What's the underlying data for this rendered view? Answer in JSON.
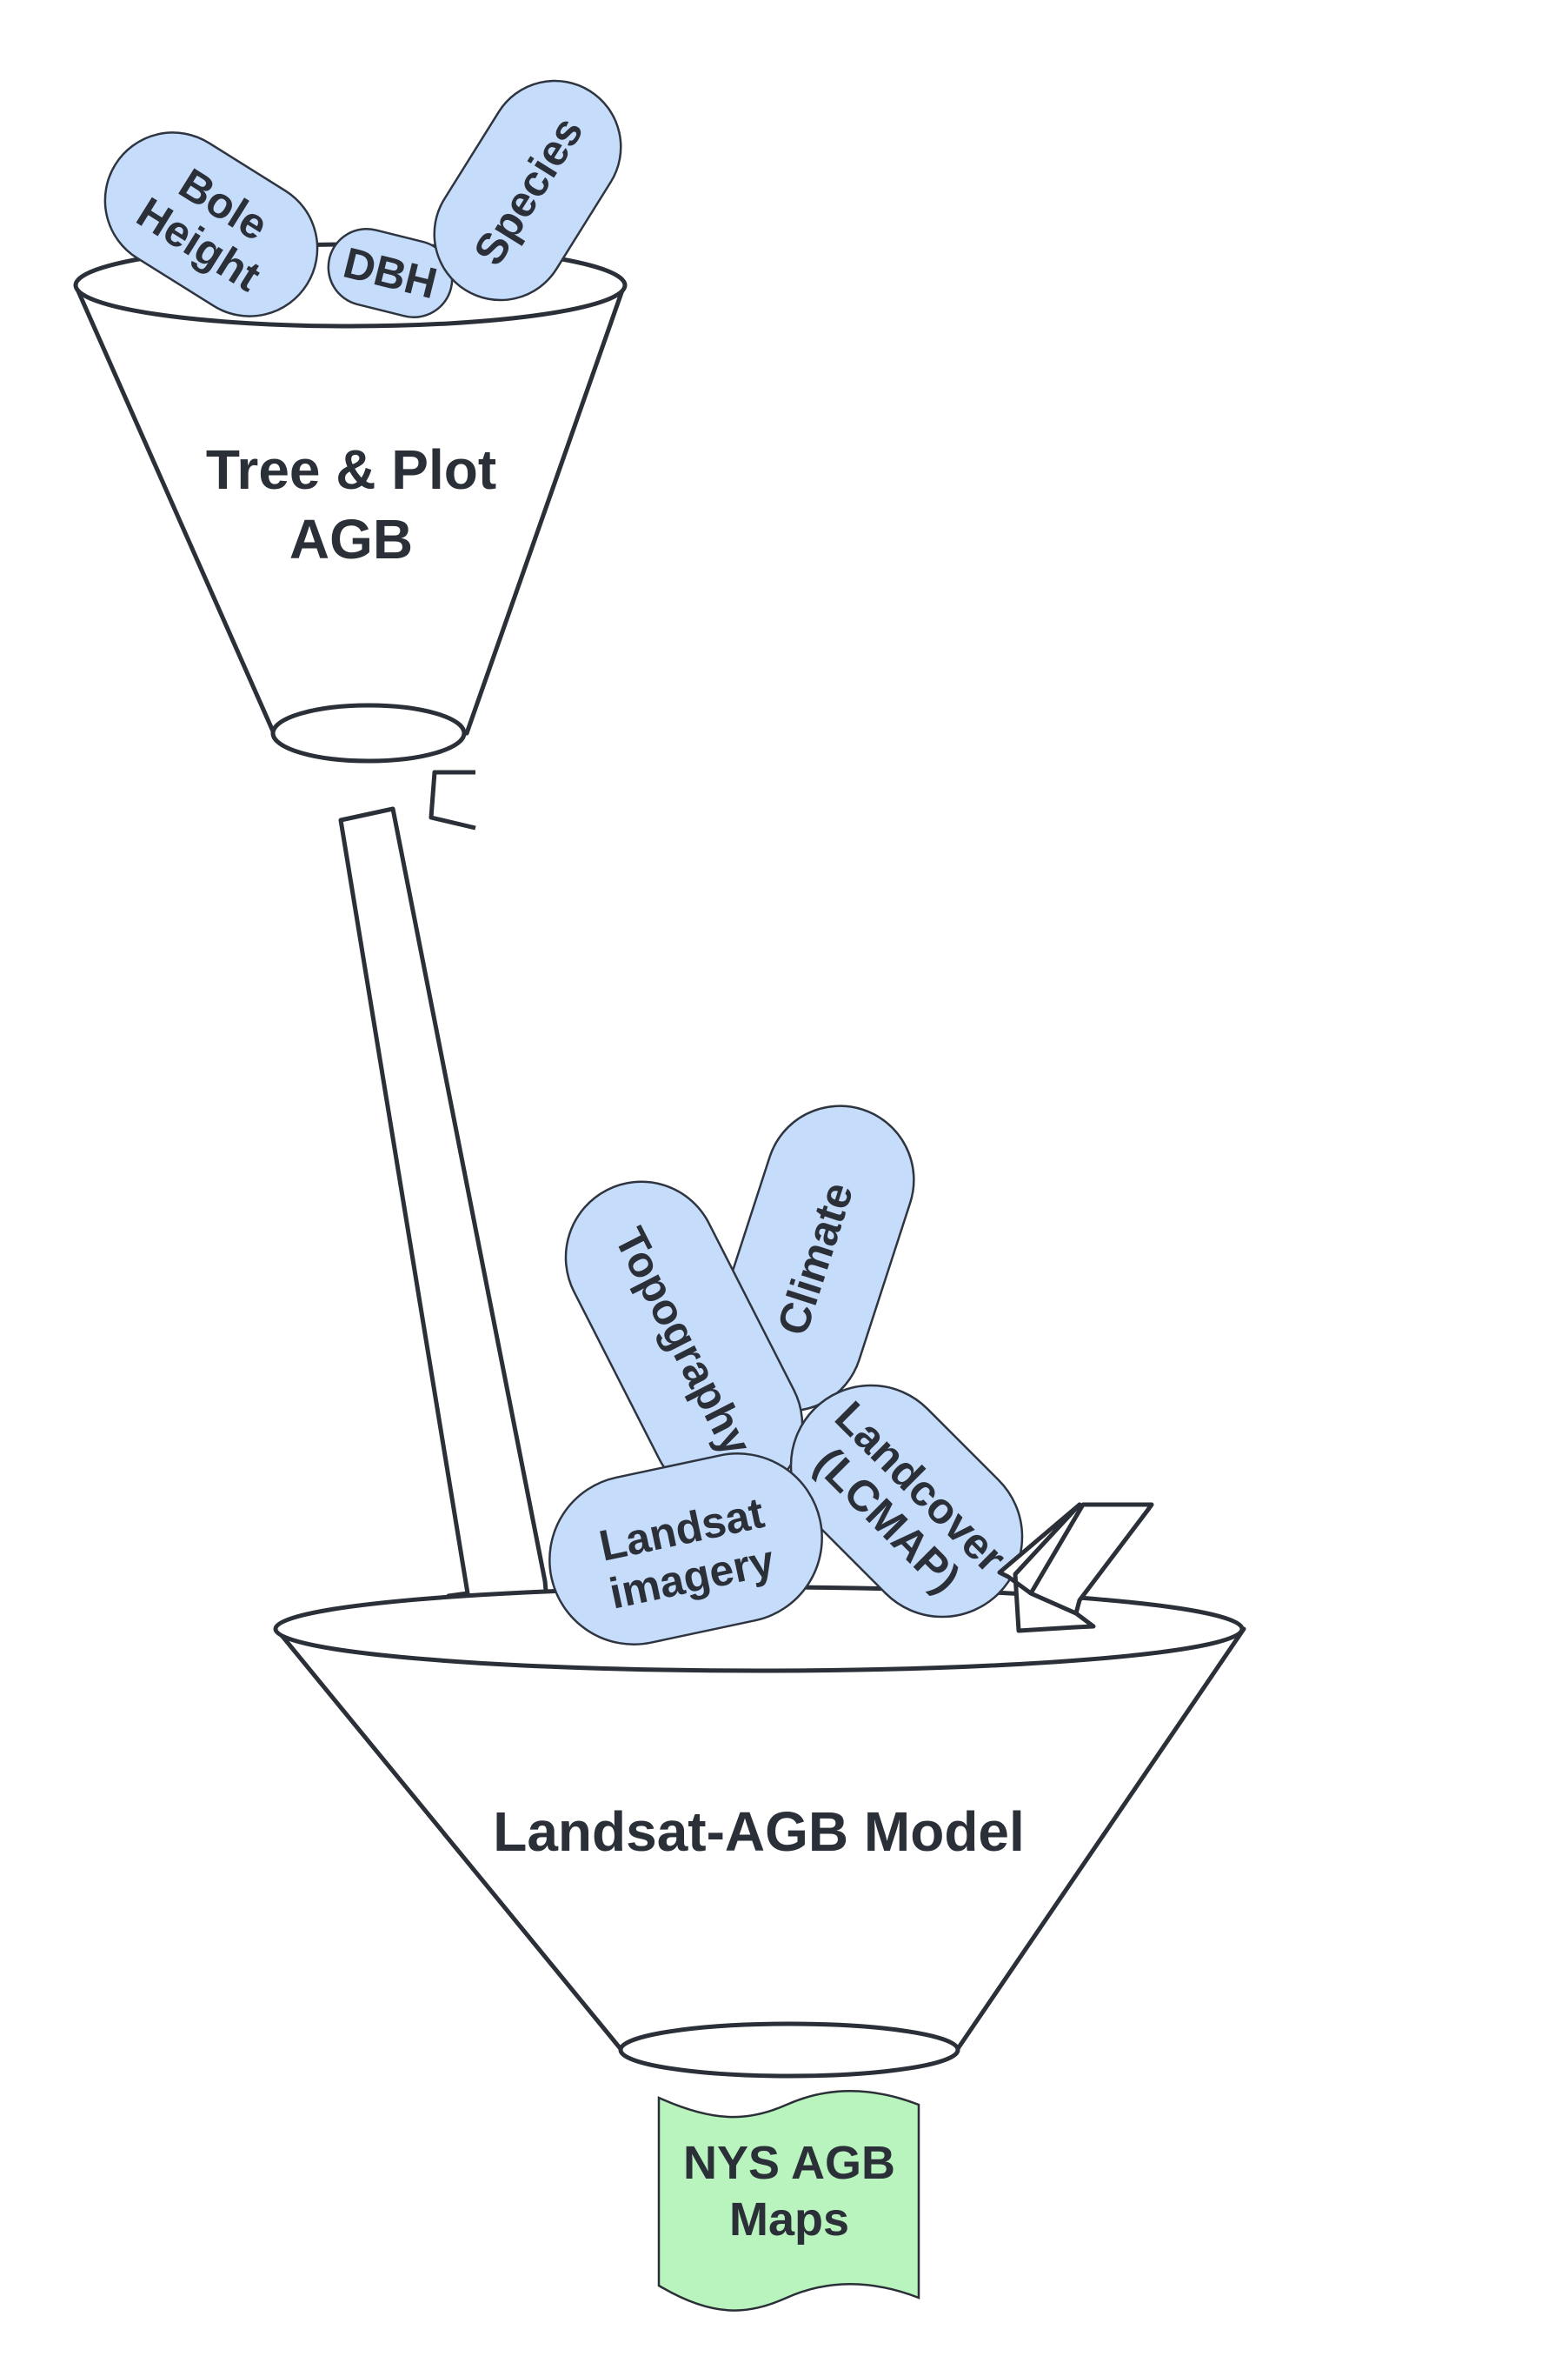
{
  "colors": {
    "outline": "#2a2f38",
    "pill_fill": "#c6dcfb",
    "output_fill": "#b9f4be",
    "text": "#2a2f38"
  },
  "funnel_top": {
    "line1": "Tree & Plot",
    "line2": "AGB"
  },
  "funnel_bottom": {
    "label": "Landsat-AGB Model"
  },
  "inputs_top": {
    "bole_height": {
      "line1": "Bole",
      "line2": "Height"
    },
    "dbh": {
      "label": "DBH"
    },
    "species": {
      "label": "Species"
    }
  },
  "inputs_bottom": {
    "climate": {
      "label": "Climate"
    },
    "topography": {
      "label": "Topography"
    },
    "landcover": {
      "line1": "Landcover",
      "line2": "(LCMAP)"
    },
    "landsat": {
      "line1": "Landsat",
      "line2": "imagery"
    }
  },
  "output": {
    "line1": "NYS AGB",
    "line2": "Maps"
  }
}
